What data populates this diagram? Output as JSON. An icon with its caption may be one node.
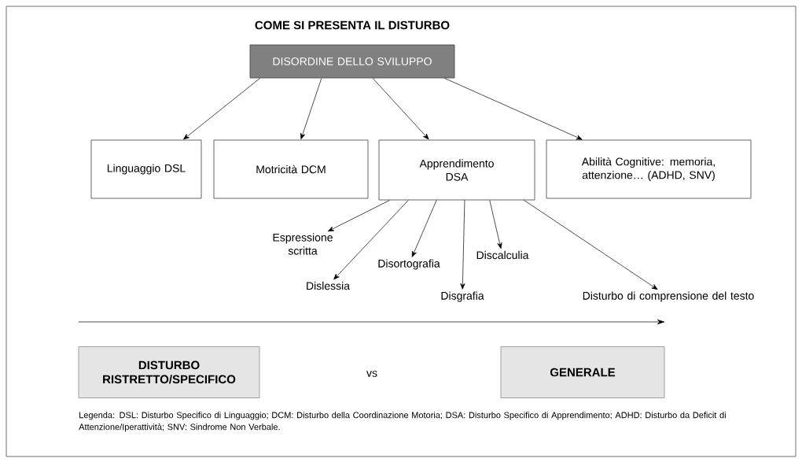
{
  "diagram": {
    "title": "COME SI PRESENTA IL DISTURBO",
    "nodes": [
      {
        "text": [
          "DISORDINE DELLO SVILUPPO"
        ]
      },
      {
        "text": [
          "Linguaggio DSL"
        ]
      },
      {
        "text": [
          "Motricità DCM"
        ]
      },
      {
        "text": [
          "Apprendimento DSA"
        ]
      },
      {
        "text": [
          "Abilità Cognitive: memoria, attenzione… (ADHD, SNV)"
        ]
      },
      {
        "text": [
          "Espressione scritta"
        ]
      },
      {
        "text": [
          "Dislessia"
        ]
      },
      {
        "text": [
          "Disortografia"
        ]
      },
      {
        "text": [
          "Disgrafia"
        ]
      },
      {
        "text": [
          "Discalculia"
        ]
      },
      {
        "text": [
          "Disturbo di comprensione del testo"
        ]
      },
      {
        "text": [
          "DISTURBO RISTRETTO/SPECIFICO"
        ]
      },
      {
        "text": [
          "GENERALE"
        ]
      }
    ],
    "edges": [
      {
        "from": 0,
        "to": 1,
        "arrow": "to"
      },
      {
        "from": 0,
        "to": 2,
        "arrow": "to"
      },
      {
        "from": 0,
        "to": 3,
        "arrow": "to"
      },
      {
        "from": 0,
        "to": 4,
        "arrow": "to"
      },
      {
        "from": 3,
        "to": 5,
        "arrow": "to"
      },
      {
        "from": 3,
        "to": 6,
        "arrow": "to"
      },
      {
        "from": 3,
        "to": 7,
        "arrow": "to"
      },
      {
        "from": 3,
        "to": 8,
        "arrow": "to"
      },
      {
        "from": 3,
        "to": 9,
        "arrow": "to"
      },
      {
        "from": 3,
        "to": 10,
        "arrow": "to"
      }
    ],
    "labels": [
      "vs",
      "Legenda: DSL: Disturbo Specifico di Linguaggio; DCM: Disturbo della Coordinazione Motoria; DSA: Disturbo Specifico di Apprendimento; ADHD: Disturbo da Deficit di Attenzione/Iperattività; SNV: Sindrome Non Verbale."
    ]
  }
}
